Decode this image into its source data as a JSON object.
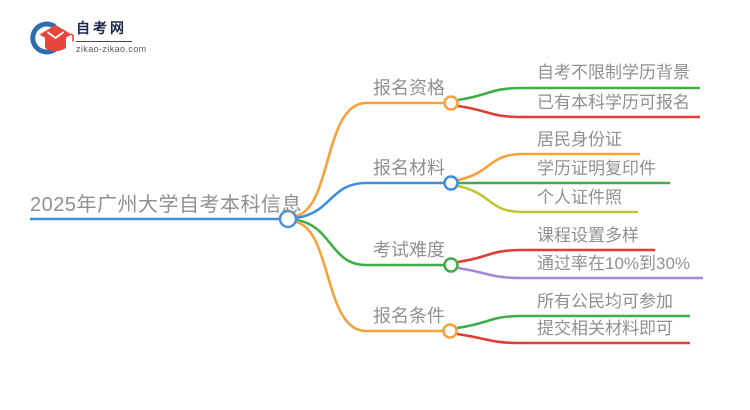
{
  "logo": {
    "site_name": "自考网",
    "site_url": "zikao-zikao.com"
  },
  "palette": {
    "orange": "#f7a13b",
    "blue": "#3f8edd",
    "green": "#3fae49",
    "red": "#e23c34",
    "olive": "#c0c533",
    "purple": "#a685d6",
    "hub_blue": "#4a90d9",
    "text_gray": "#909090",
    "logo_navy": "#1b2a4a",
    "logo_red": "#e8453c",
    "logo_blue": "#2d6daf",
    "node_fill": "#ffffff"
  },
  "mindmap": {
    "center": {
      "label": "2025年广州大学自考本科信息"
    },
    "branches": [
      {
        "label": "报名资格",
        "color": "orange",
        "children": [
          {
            "label": "自考不限制学历背景",
            "color": "green"
          },
          {
            "label": "已有本科学历可报名",
            "color": "red"
          }
        ]
      },
      {
        "label": "报名材料",
        "color": "blue",
        "children": [
          {
            "label": "居民身份证",
            "color": "orange"
          },
          {
            "label": "学历证明复印件",
            "color": "green"
          },
          {
            "label": "个人证件照",
            "color": "olive"
          }
        ]
      },
      {
        "label": "考试难度",
        "color": "green",
        "children": [
          {
            "label": "课程设置多样",
            "color": "red"
          },
          {
            "label": "通过率在10%到30%",
            "color": "purple"
          }
        ]
      },
      {
        "label": "报名条件",
        "color": "orange",
        "children": [
          {
            "label": "所有公民均可参加",
            "color": "green"
          },
          {
            "label": "提交相关材料即可",
            "color": "red"
          }
        ]
      }
    ]
  }
}
